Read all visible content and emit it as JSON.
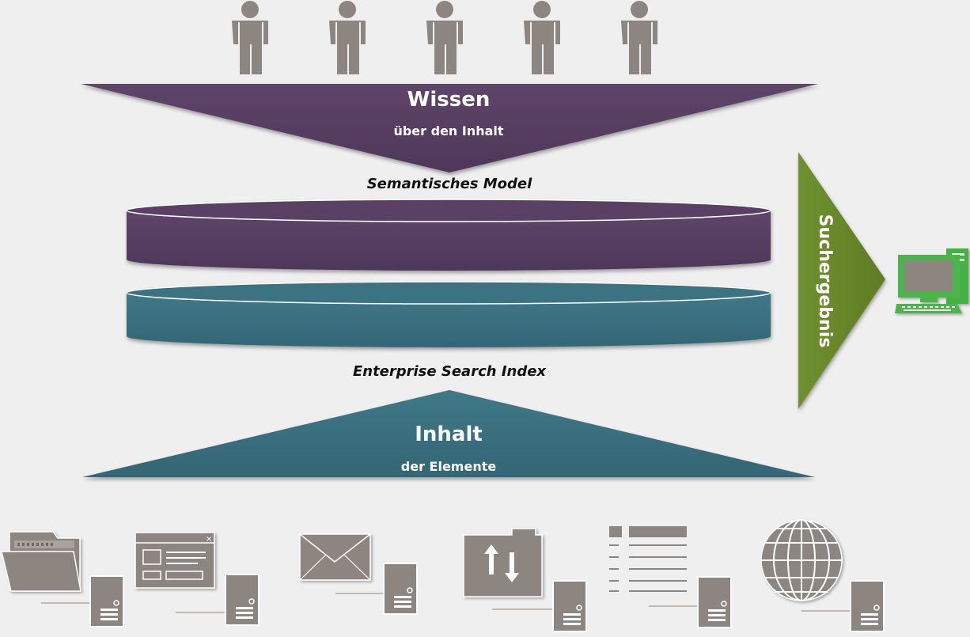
{
  "top_funnel": {
    "title": "Wissen",
    "subtitle": "über den Inhalt"
  },
  "semantic_layer_label": "Semantisches Model",
  "index_layer_label": "Enterprise Search Index",
  "bottom_funnel": {
    "title": "Inhalt",
    "subtitle": "der Elemente"
  },
  "result_arrow_label": "Suchergebnis",
  "users": [
    "user-icon",
    "user-icon",
    "user-icon",
    "user-icon",
    "user-icon"
  ],
  "sources": [
    "folder-icon",
    "web-form-icon",
    "mail-icon",
    "file-transfer-icon",
    "list-document-icon",
    "globe-icon"
  ],
  "colors": {
    "background": "#efefef",
    "purple": "#553d5f",
    "teal": "#3a6f7e",
    "green": "#6b8a2a",
    "icon_gray": "#8c8580",
    "monitor_green": "#4db34d"
  }
}
